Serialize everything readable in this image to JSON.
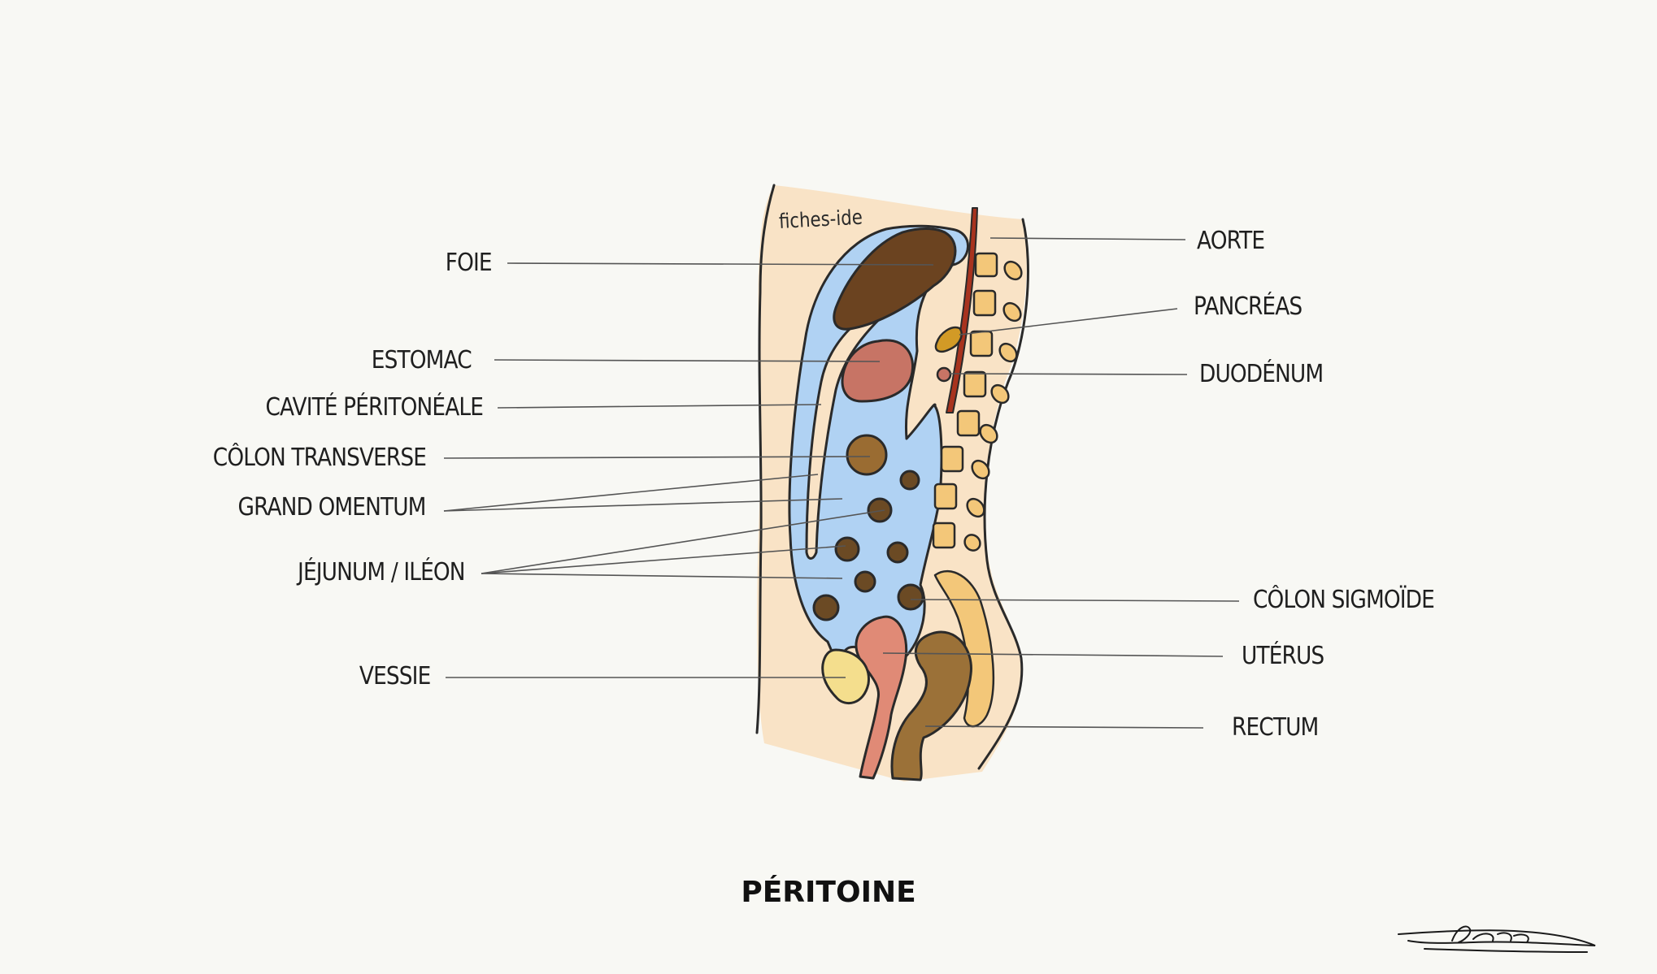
{
  "diagram": {
    "title": "PÉRITOINE",
    "watermark": "fiches-ide",
    "signature_text": "Léana",
    "labels_left": {
      "foie": "FOIE",
      "estomac": "ESTOMAC",
      "cavite": "CAVITÉ PÉRITONÉALE",
      "colon_transverse": "CÔLON TRANSVERSE",
      "grand_omentum": "GRAND OMENTUM",
      "jejunum": "JÉJUNUM / ILÉON",
      "vessie": "VESSIE"
    },
    "labels_right": {
      "aorte": "AORTE",
      "pancreas": "PANCRÉAS",
      "duodenum": "DUODÉNUM",
      "colon_sigmoide": "CÔLON SIGMOÏDE",
      "uterus": "UTÉRUS",
      "rectum": "RECTUM"
    },
    "colors": {
      "background": "#f8f8f4",
      "skin": "#f9e3c6",
      "peritoneal_cavity": "#b0d2f3",
      "liver": "#6b4320",
      "stomach": "#c77465",
      "bowel": "#9a6c32",
      "vertebra": "#f3c779",
      "aorta": "#a8331e",
      "pancreas": "#d29a26",
      "bladder": "#f4de8d",
      "uterus": "#e08a76",
      "rectum": "#9b7138",
      "outline": "#2a2a2a",
      "leader_line": "#555555"
    }
  }
}
